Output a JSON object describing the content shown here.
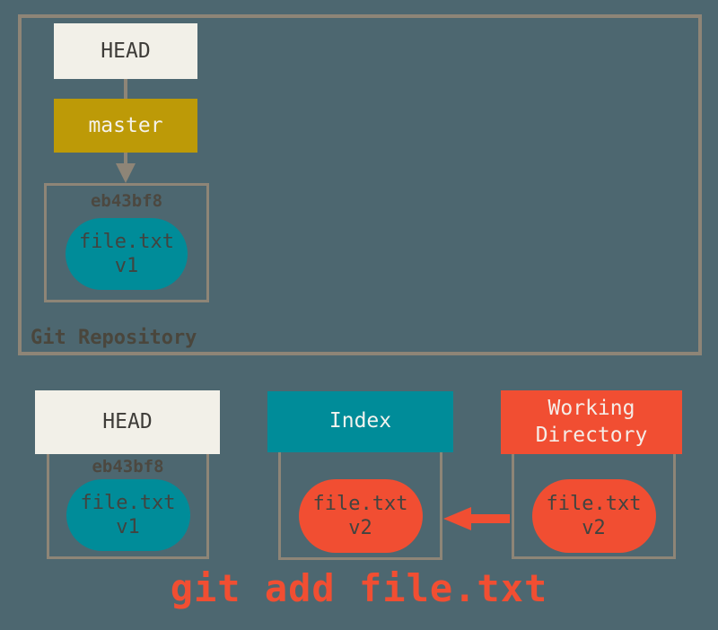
{
  "background": "#4d6770",
  "palette": {
    "border_gray": "#8e8577",
    "cream": "#f2f0e8",
    "gold": "#bd9a07",
    "teal": "#008c99",
    "orange_red": "#f14e32",
    "pill_text": "#414440",
    "label_text": "#4c4840"
  },
  "repository": {
    "label": "Git Repository",
    "head_ref": "HEAD",
    "branch_ref": "master",
    "commit": {
      "id": "eb43bf8",
      "file_line1": "file.txt",
      "file_line2": "v1"
    }
  },
  "stations": {
    "head": {
      "title": "HEAD",
      "commit_id": "eb43bf8",
      "file_line1": "file.txt",
      "file_line2": "v1"
    },
    "index": {
      "title": "Index",
      "file_line1": "file.txt",
      "file_line2": "v2"
    },
    "working_directory": {
      "title": "Working Directory",
      "file_line1": "file.txt",
      "file_line2": "v2"
    }
  },
  "command": "git add file.txt"
}
